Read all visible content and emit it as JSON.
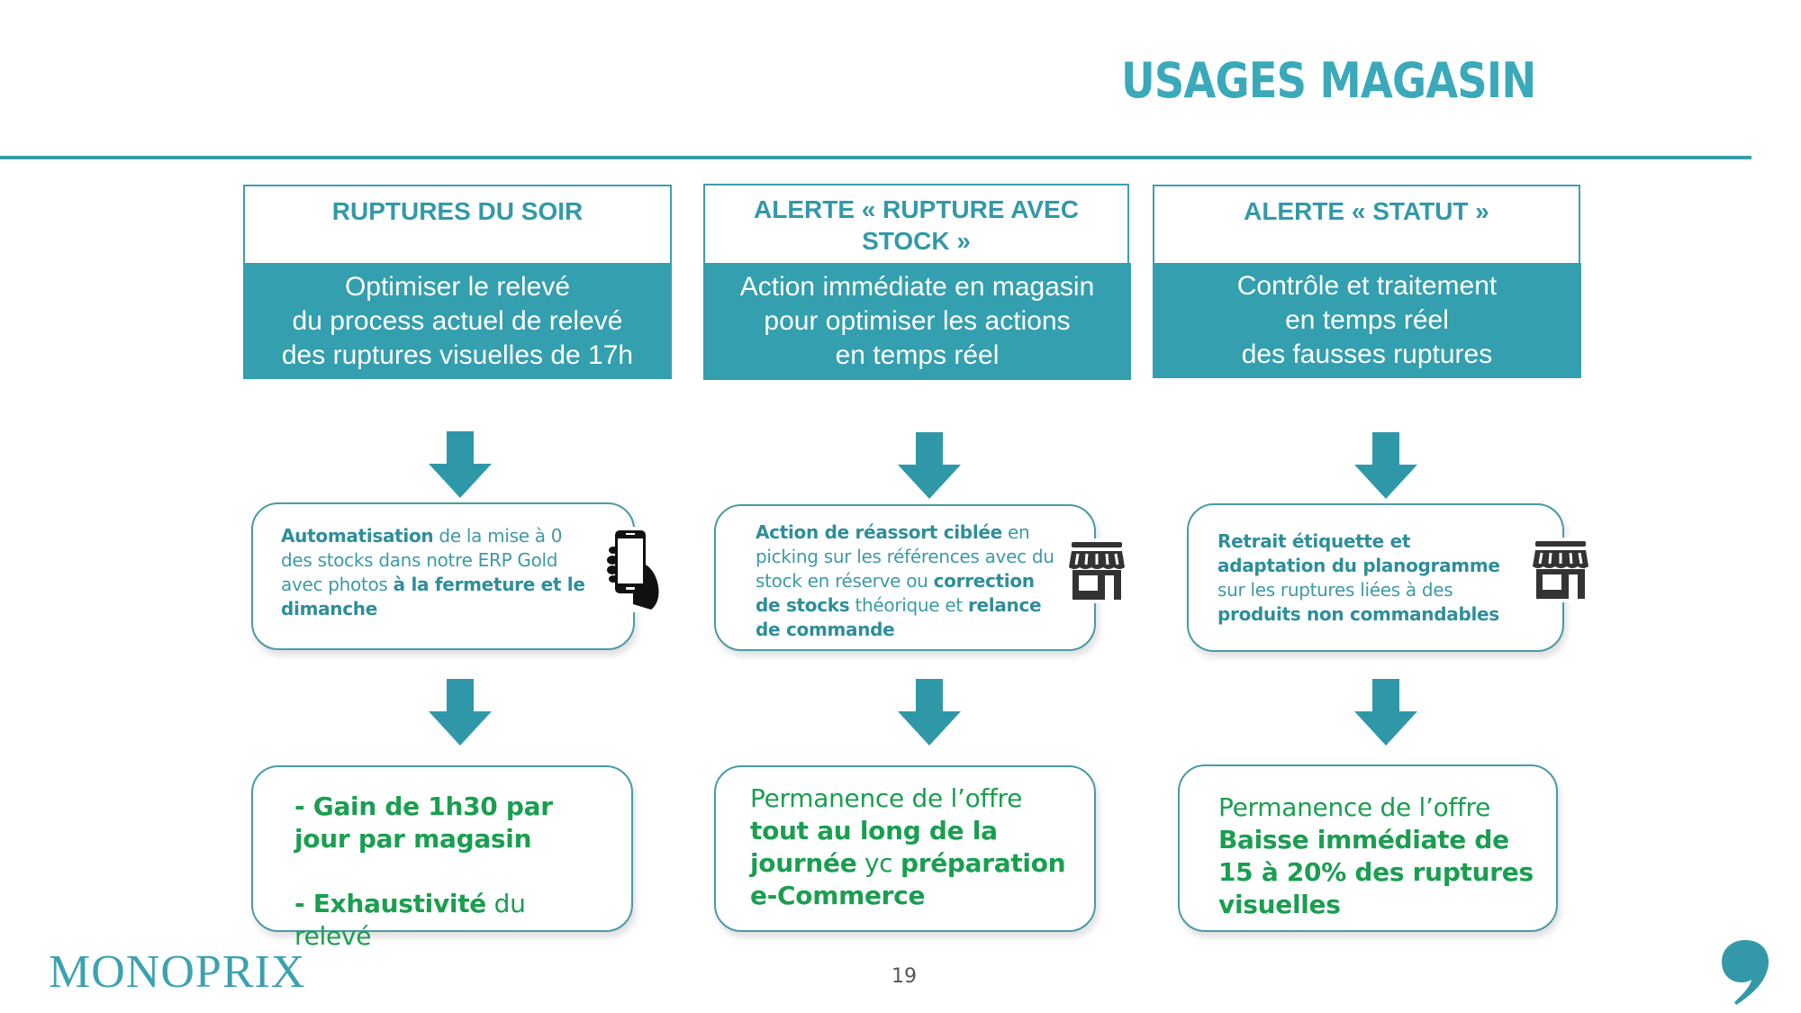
{
  "slide": {
    "title": "USAGES MAGASIN",
    "page_number": "19",
    "brand_logo": "MONOPRIX",
    "colors": {
      "teal_accent": "#339faf",
      "teal_text": "#3399a8",
      "result_green": "#1a9e50",
      "icon_dark": "#333333"
    }
  },
  "columns": [
    {
      "header_title": "RUPTURES DU SOIR",
      "header_lines": [
        "Optimiser le relevé",
        "du process actuel de relevé",
        "des ruptures visuelles de 17h"
      ],
      "action": {
        "icon": "phone-in-hand-icon",
        "segments": [
          {
            "text": "Automatisation",
            "bold": true
          },
          {
            "text": " de la mise à 0 des stocks dans notre ERP Gold avec photos ",
            "bold": false
          },
          {
            "text": "à la fermeture et le dimanche",
            "bold": true
          }
        ]
      },
      "result": {
        "segments": [
          {
            "text": "- Gain de 1h30 par jour par magasin",
            "bold": true
          },
          {
            "text": "\n\n",
            "bold": false
          },
          {
            "text": "- Exhaustivité",
            "bold": true
          },
          {
            "text": " du relevé",
            "bold": false
          }
        ]
      }
    },
    {
      "header_title": "ALERTE « RUPTURE AVEC STOCK »",
      "header_lines": [
        "Action immédiate en magasin",
        "pour optimiser les actions",
        "en temps réel"
      ],
      "action": {
        "icon": "store-icon",
        "segments": [
          {
            "text": "Action de réassort ciblée",
            "bold": true
          },
          {
            "text": " en picking sur les références avec du stock en réserve ou ",
            "bold": false
          },
          {
            "text": "correction de stocks",
            "bold": true
          },
          {
            "text": " théorique et ",
            "bold": false
          },
          {
            "text": "relance de commande",
            "bold": true
          }
        ]
      },
      "result": {
        "segments": [
          {
            "text": "Permanence de l’offre ",
            "bold": false
          },
          {
            "text": "tout au long de la journée",
            "bold": true
          },
          {
            "text": " yc ",
            "bold": false
          },
          {
            "text": "préparation e-Commerce",
            "bold": true
          }
        ]
      }
    },
    {
      "header_title": "ALERTE « STATUT »",
      "header_lines": [
        "Contrôle et traitement",
        "en temps réel",
        "des fausses ruptures"
      ],
      "action": {
        "icon": "store-icon",
        "segments": [
          {
            "text": "Retrait étiquette et adaptation du planogramme",
            "bold": true
          },
          {
            "text": " sur les ruptures liées à des ",
            "bold": false
          },
          {
            "text": "produits non commandables",
            "bold": true
          }
        ]
      },
      "result": {
        "segments": [
          {
            "text": "Permanence de l’offre",
            "bold": false
          },
          {
            "text": "\n",
            "bold": false
          },
          {
            "text": "Baisse immédiate de 15 à 20% des ruptures visuelles",
            "bold": true
          }
        ]
      }
    }
  ]
}
